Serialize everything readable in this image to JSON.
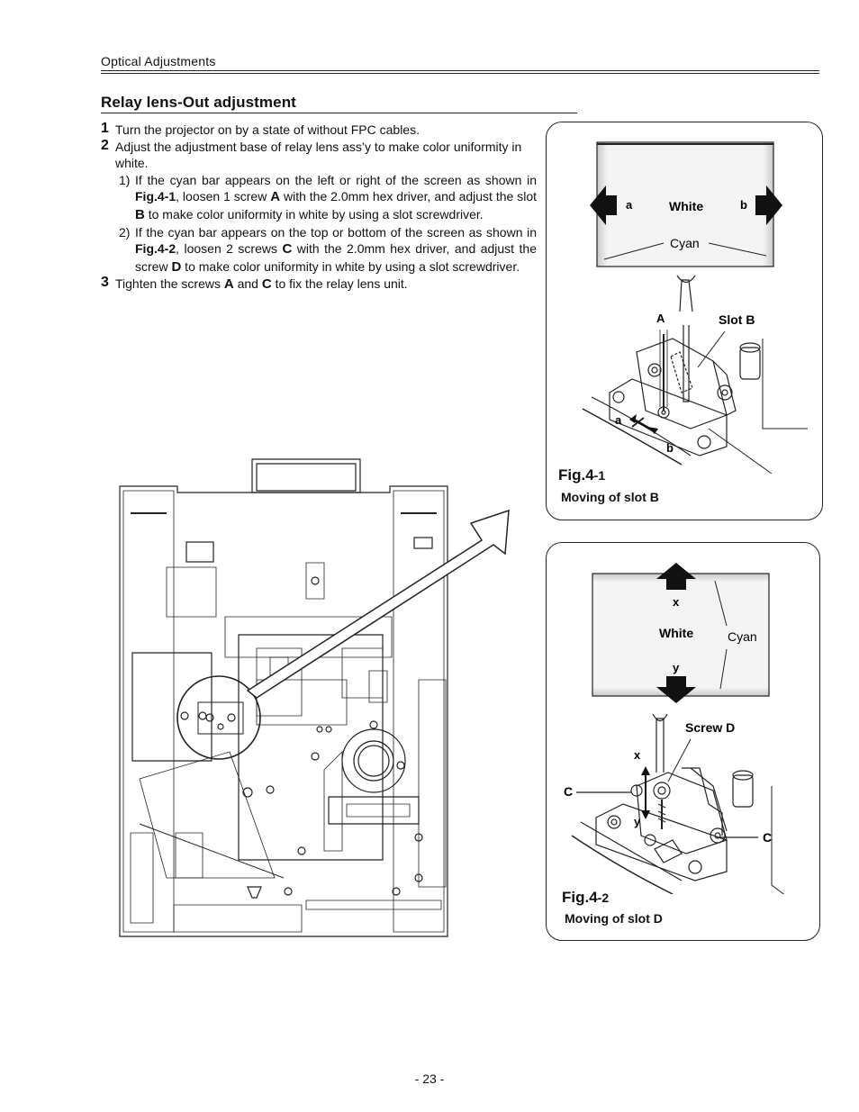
{
  "header": {
    "section": "Optical Adjustments"
  },
  "title": "Relay lens-Out adjustment",
  "steps": [
    {
      "num": "1",
      "text": "Turn the projector on by a state of without FPC cables."
    },
    {
      "num": "2",
      "text": "Adjust the adjustment base of relay lens ass’y to make color uniformity in white.",
      "subs": [
        {
          "num": "1)",
          "t1": "If the cyan bar appears on the left or right of the screen as shown in ",
          "fig": "Fig.4-1",
          "t2": ", loosen 1 screw ",
          "k1": "A",
          "t3": " with the 2.0mm hex driver, and adjust the slot ",
          "k2": "B",
          "t4": " to make color uniformity in white by using a slot screwdriver."
        },
        {
          "num": "2)",
          "t1": "If the cyan bar appears on the top or bottom of the screen as shown in ",
          "fig": "Fig.4-2",
          "t2": ", loosen 2 screws ",
          "k1": "C",
          "t3": " with the 2.0mm hex driver, and  adjust the screw ",
          "k2": "D",
          "t4": " to make color uniformity in white by using a slot screwdriver."
        }
      ]
    },
    {
      "num": "3",
      "t1": "Tighten the screws ",
      "k1": "A",
      "t2": " and ",
      "k2": "C",
      "t3": " to fix the relay lens unit."
    }
  ],
  "fig1": {
    "label_main": "Fig.4",
    "label_sub": "-1",
    "caption": "Moving of slot B",
    "screen": {
      "a": "a",
      "b": "b",
      "white": "White",
      "cyan": "Cyan"
    },
    "parts": {
      "A": "A",
      "slot": "Slot B",
      "a": "a",
      "b": "b"
    }
  },
  "fig2": {
    "label_main": "Fig.4",
    "label_sub": "-2",
    "caption": "Moving of slot D",
    "screen": {
      "x": "x",
      "y": "y",
      "white": "White",
      "cyan": "Cyan"
    },
    "parts": {
      "screw": "Screw D",
      "x": "x",
      "y": "y",
      "c1": "C",
      "c2": "C"
    }
  },
  "footer": {
    "page": "- 23 -"
  }
}
